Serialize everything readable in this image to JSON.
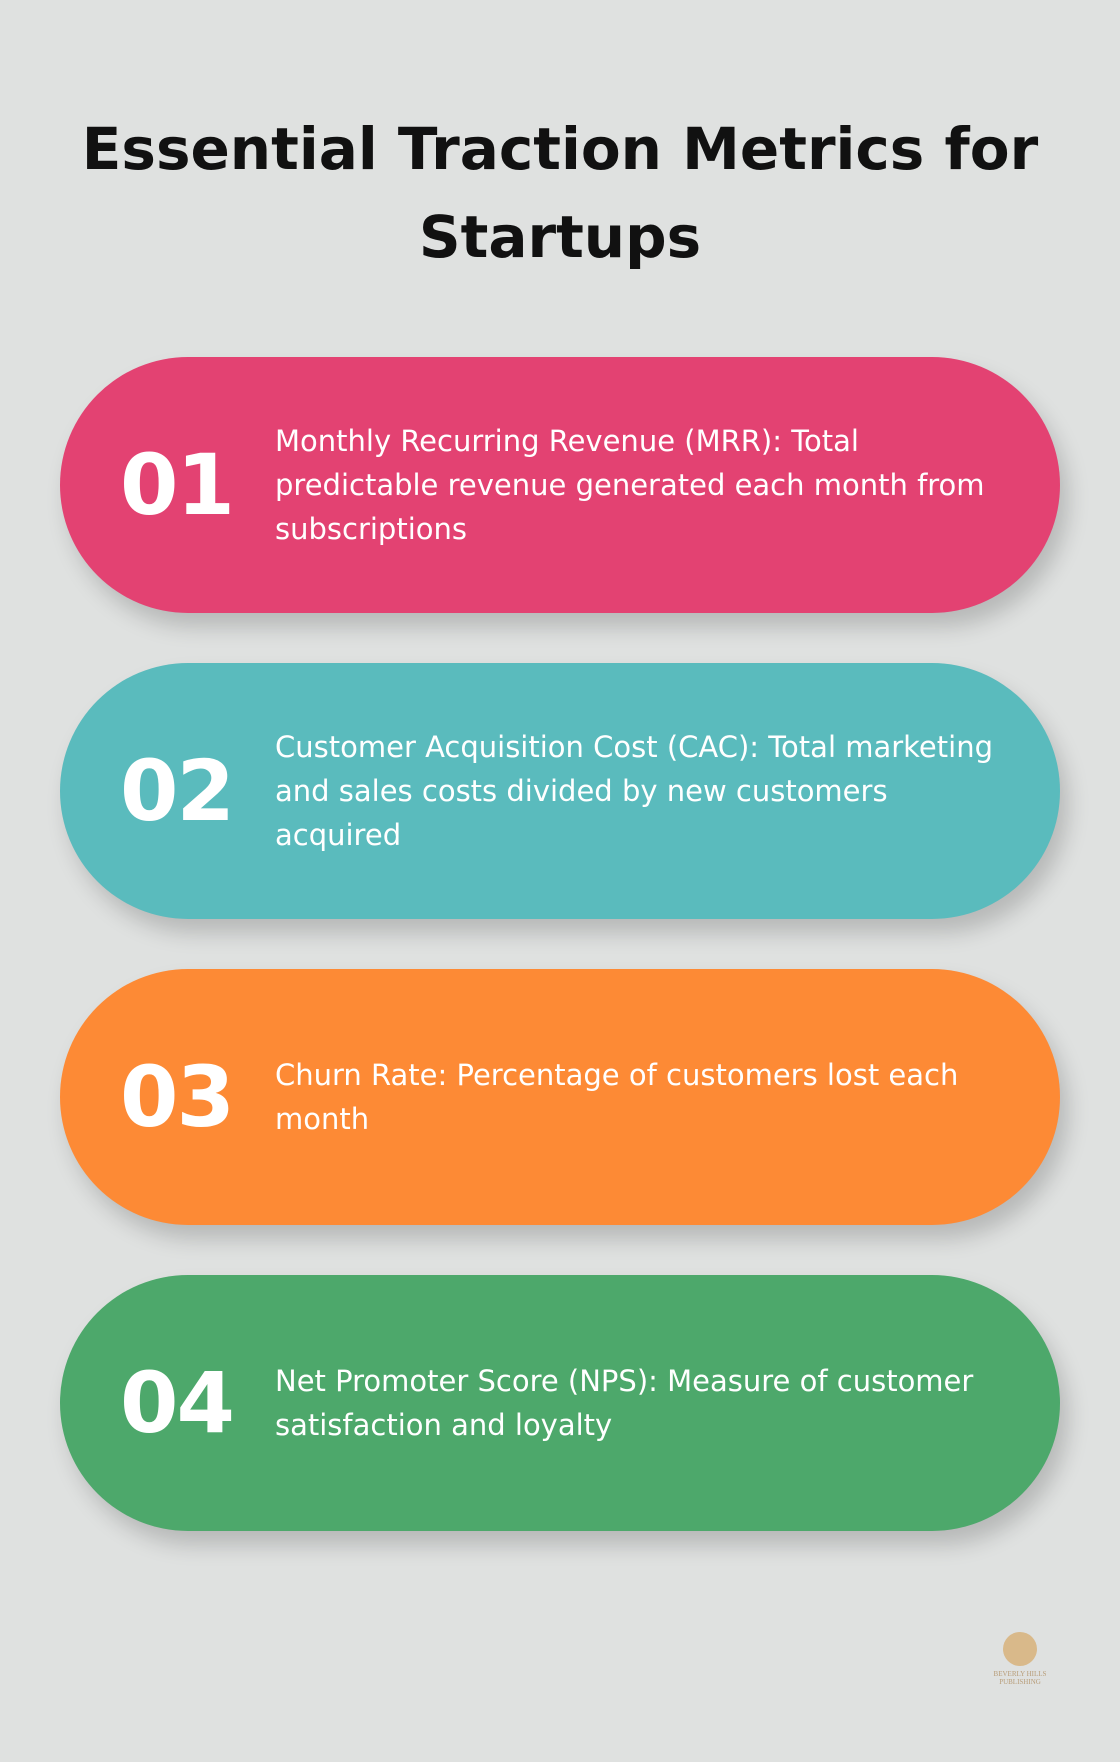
{
  "title": "Essential Traction Metrics for Startups",
  "items": [
    {
      "number": "01",
      "text": "Monthly Recurring Revenue (MRR): Total predictable revenue generated each month from subscriptions",
      "color": "#e34272"
    },
    {
      "number": "02",
      "text": "Customer Acquisition Cost (CAC): Total marketing and sales costs divided by new customers acquired",
      "color": "#5abbbd"
    },
    {
      "number": "03",
      "text": "Churn Rate: Percentage of customers lost each month",
      "color": "#fd8a35"
    },
    {
      "number": "04",
      "text": "Net Promoter Score (NPS): Measure of customer satisfaction and loyalty",
      "color": "#4da86b"
    }
  ],
  "logo": {
    "text": "BEVERLY HILLS PUBLISHING"
  }
}
